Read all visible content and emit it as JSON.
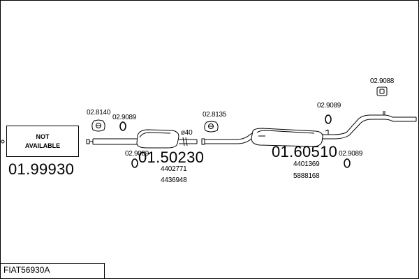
{
  "unavailable_part": {
    "line1": "NOT",
    "line2": "AVAILABLE",
    "number": "01.99930"
  },
  "parts": {
    "hanger_1_number": "02.8140",
    "ring_1_number": "02.9089",
    "ring_2_number": "02.9089",
    "middle_silencer_number": "01.50230",
    "middle_silencer_oem": [
      "4402771",
      "4436948"
    ],
    "diameter_note": "ø40",
    "hanger_2_number": "02.8135",
    "ring_3_number": "02.9089",
    "rear_silencer_number": "01.60510",
    "rear_silencer_oem": [
      "4401369",
      "5888168"
    ],
    "ring_4_number": "02.9089",
    "hanger_3_number": "02.9088"
  },
  "footer": {
    "reference": "FIAT56930A"
  }
}
